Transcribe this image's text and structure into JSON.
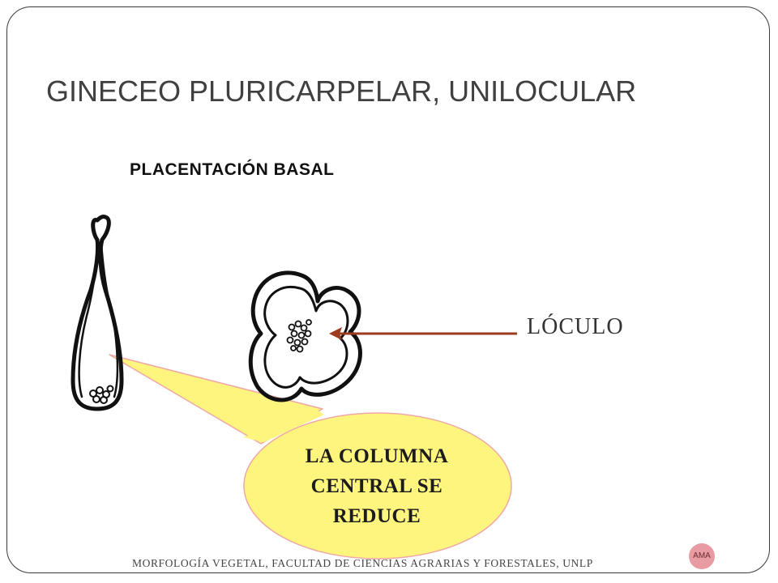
{
  "slide": {
    "title": "GINECEO PLURICARPELAR, UNILOCULAR",
    "subtitle": "PLACENTACIÓN BASAL",
    "label_loculo": "LÓCULO",
    "callout_text": "LA COLUMNA CENTRAL SE REDUCE",
    "footer": "MORFOLOGÍA VEGETAL, FACULTAD DE CIENCIAS AGRARIAS Y FORESTALES, UNLP",
    "badge": "AMA"
  },
  "colors": {
    "title": "#404040",
    "arrow": "#9e3b1e",
    "callout_fill": "#fdf57e",
    "callout_border": "#f0a7a7",
    "badge_fill": "#e89ba2"
  },
  "icons": {
    "arrow": "arrow-left-icon",
    "badge": "ama-logo"
  }
}
